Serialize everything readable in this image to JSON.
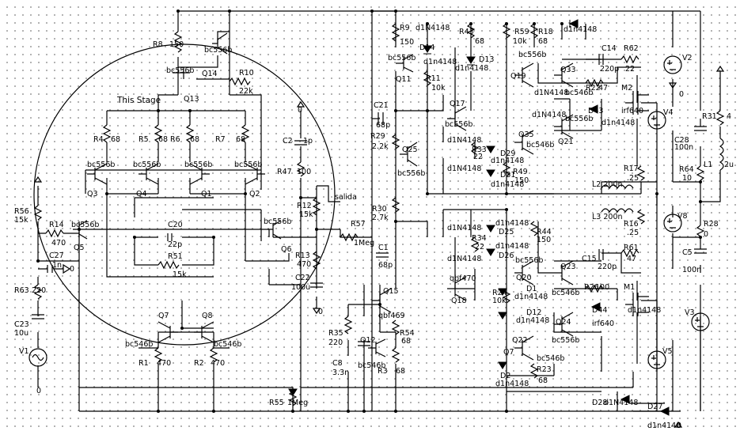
{
  "stage_label": "This Stage",
  "output_label": "salida",
  "labels": [
    {
      "id": "r8",
      "text": "R8"
    },
    {
      "id": "r8v",
      "text": "150"
    },
    {
      "id": "q14t",
      "text": "bc556b"
    },
    {
      "id": "q14l",
      "text": "Q14"
    },
    {
      "id": "q13t",
      "text": "bc556b"
    },
    {
      "id": "q13l",
      "text": "Q13"
    },
    {
      "id": "r10",
      "text": "R10"
    },
    {
      "id": "r10v",
      "text": "22k"
    },
    {
      "id": "r4",
      "text": "R4"
    },
    {
      "id": "r4v",
      "text": "68"
    },
    {
      "id": "r5",
      "text": "R5"
    },
    {
      "id": "r5v",
      "text": "68"
    },
    {
      "id": "r6",
      "text": "R6"
    },
    {
      "id": "r6v",
      "text": "68"
    },
    {
      "id": "r7",
      "text": "R7"
    },
    {
      "id": "r7v",
      "text": "68"
    },
    {
      "id": "q3t",
      "text": "bc556b"
    },
    {
      "id": "q4t",
      "text": "bc556b"
    },
    {
      "id": "q1t",
      "text": "bc556b"
    },
    {
      "id": "q2t",
      "text": "bc556b"
    },
    {
      "id": "q3",
      "text": "Q3"
    },
    {
      "id": "q4",
      "text": "Q4"
    },
    {
      "id": "q1",
      "text": "Q1"
    },
    {
      "id": "q2",
      "text": "Q2"
    },
    {
      "id": "c2",
      "text": "C2"
    },
    {
      "id": "c2v",
      "text": "1p"
    },
    {
      "id": "r47",
      "text": "R47"
    },
    {
      "id": "r47v",
      "text": "100"
    },
    {
      "id": "r12",
      "text": "R12"
    },
    {
      "id": "r12v",
      "text": "15k"
    },
    {
      "id": "r56",
      "text": "R56"
    },
    {
      "id": "r56v",
      "text": "15k"
    },
    {
      "id": "r14",
      "text": "R14"
    },
    {
      "id": "r14v",
      "text": "470"
    },
    {
      "id": "q5t",
      "text": "bc556b"
    },
    {
      "id": "q5",
      "text": "Q5"
    },
    {
      "id": "c20",
      "text": "C20"
    },
    {
      "id": "c20v",
      "text": "22p"
    },
    {
      "id": "r51",
      "text": "R51"
    },
    {
      "id": "r51v",
      "text": "15k"
    },
    {
      "id": "q6t",
      "text": "bc556b"
    },
    {
      "id": "q6",
      "text": "Q6"
    },
    {
      "id": "c27",
      "text": "C27"
    },
    {
      "id": "c27v",
      "text": "1n"
    },
    {
      "id": "r57",
      "text": "R57"
    },
    {
      "id": "r57v",
      "text": "1Meg"
    },
    {
      "id": "r13",
      "text": "R13"
    },
    {
      "id": "r13v",
      "text": "470"
    },
    {
      "id": "c22",
      "text": "C22"
    },
    {
      "id": "c22v",
      "text": "100u"
    },
    {
      "id": "r63",
      "text": "R63"
    },
    {
      "id": "r63v",
      "text": "220"
    },
    {
      "id": "c23",
      "text": "C23"
    },
    {
      "id": "c23v",
      "text": "10u"
    },
    {
      "id": "v1",
      "text": "V1"
    },
    {
      "id": "g1",
      "text": "0"
    },
    {
      "id": "q7",
      "text": "Q7"
    },
    {
      "id": "q8",
      "text": "Q8"
    },
    {
      "id": "q7t",
      "text": "bc546b"
    },
    {
      "id": "q8t",
      "text": "bc546b"
    },
    {
      "id": "r1",
      "text": "R1"
    },
    {
      "id": "r1v",
      "text": "470"
    },
    {
      "id": "r2",
      "text": "R2"
    },
    {
      "id": "r2v",
      "text": "470"
    },
    {
      "id": "r55",
      "text": "R55"
    },
    {
      "id": "r55v",
      "text": "1Meg"
    },
    {
      "id": "r9",
      "text": "R9"
    },
    {
      "id": "r9v",
      "text": "150"
    },
    {
      "id": "d23",
      "text": "d1N4148"
    },
    {
      "id": "q11t",
      "text": "bc556b"
    },
    {
      "id": "q11",
      "text": "Q11"
    },
    {
      "id": "d14",
      "text": "D14"
    },
    {
      "id": "d14v",
      "text": "d1n4148"
    },
    {
      "id": "r11",
      "text": "R11"
    },
    {
      "id": "r11v",
      "text": "10k"
    },
    {
      "id": "r43",
      "text": "R43"
    },
    {
      "id": "r43v",
      "text": "68"
    },
    {
      "id": "d13",
      "text": "D13"
    },
    {
      "id": "d13v",
      "text": "d1n4148"
    },
    {
      "id": "r59",
      "text": "R59"
    },
    {
      "id": "r59v",
      "text": "10k"
    },
    {
      "id": "r18",
      "text": "R18"
    },
    {
      "id": "r18v",
      "text": "68"
    },
    {
      "id": "d4",
      "text": "d1n4148"
    },
    {
      "id": "q19t",
      "text": "bc556b"
    },
    {
      "id": "q19",
      "text": "Q19"
    },
    {
      "id": "c14",
      "text": "C14"
    },
    {
      "id": "c14v",
      "text": "220p"
    },
    {
      "id": "r62",
      "text": "R62"
    },
    {
      "id": "r62v",
      "text": "22"
    },
    {
      "id": "v2",
      "text": "V2"
    },
    {
      "id": "q33",
      "text": "Q33"
    },
    {
      "id": "r22",
      "text": "R22"
    },
    {
      "id": "r22v",
      "text": "47"
    },
    {
      "id": "m2",
      "text": "M2"
    },
    {
      "id": "d78",
      "text": "d1N4148"
    },
    {
      "id": "q34",
      "text": "bc546b"
    },
    {
      "id": "c21",
      "text": "C21"
    },
    {
      "id": "c21v",
      "text": "68p"
    },
    {
      "id": "q17",
      "text": "Q17"
    },
    {
      "id": "d43",
      "text": "D43"
    },
    {
      "id": "m2t",
      "text": "irf640"
    },
    {
      "id": "v4",
      "text": "V4"
    },
    {
      "id": "d43v",
      "text": "d1n4148"
    },
    {
      "id": "d83",
      "text": "d1N4148"
    },
    {
      "id": "q21t",
      "text": "bc556b"
    },
    {
      "id": "q17t",
      "text": "bc556b"
    },
    {
      "id": "r29",
      "text": "R29"
    },
    {
      "id": "r29v",
      "text": "2.2k"
    },
    {
      "id": "d47",
      "text": "d1N4148"
    },
    {
      "id": "q35",
      "text": "Q35"
    },
    {
      "id": "q35t",
      "text": "bc546b"
    },
    {
      "id": "q21",
      "text": "Q21"
    },
    {
      "id": "r31",
      "text": "R31"
    },
    {
      "id": "r31v",
      "text": "4"
    },
    {
      "id": "c28",
      "text": "C28"
    },
    {
      "id": "c28v",
      "text": "100n"
    },
    {
      "id": "q25",
      "text": "Q25"
    },
    {
      "id": "r33",
      "text": "R33"
    },
    {
      "id": "r33v",
      "text": "22"
    },
    {
      "id": "d29",
      "text": "D29"
    },
    {
      "id": "d29v",
      "text": "d1n4148"
    },
    {
      "id": "q25t",
      "text": "bc556b"
    },
    {
      "id": "d46",
      "text": "d1N4148"
    },
    {
      "id": "r49",
      "text": "R49"
    },
    {
      "id": "r49v",
      "text": "150"
    },
    {
      "id": "d31",
      "text": "D31"
    },
    {
      "id": "d31v",
      "text": "d1n4148"
    },
    {
      "id": "r17",
      "text": "R17"
    },
    {
      "id": "r17v",
      "text": ".25"
    },
    {
      "id": "r64",
      "text": "R64"
    },
    {
      "id": "r64v",
      "text": "10"
    },
    {
      "id": "l1",
      "text": "L1"
    },
    {
      "id": "l1v",
      "text": "2u"
    },
    {
      "id": "l2",
      "text": "L2 200n"
    },
    {
      "id": "l3",
      "text": "L3 200n"
    },
    {
      "id": "r30",
      "text": "R30"
    },
    {
      "id": "r30v",
      "text": "2.7k"
    },
    {
      "id": "d18",
      "text": "d1N4148"
    },
    {
      "id": "d25",
      "text": "D25"
    },
    {
      "id": "d25v",
      "text": "d1n4148"
    },
    {
      "id": "r44",
      "text": "R44"
    },
    {
      "id": "r44v",
      "text": "150"
    },
    {
      "id": "v8",
      "text": "V8"
    },
    {
      "id": "r28",
      "text": "R28"
    },
    {
      "id": "r28v",
      "text": "0"
    },
    {
      "id": "r16",
      "text": "R16"
    },
    {
      "id": "r16v",
      "text": ".25"
    },
    {
      "id": "r34",
      "text": "R34"
    },
    {
      "id": "r34v",
      "text": "22"
    },
    {
      "id": "d26",
      "text": "D26"
    },
    {
      "id": "d26v",
      "text": "d1n4148"
    },
    {
      "id": "c5",
      "text": "C5"
    },
    {
      "id": "c5v",
      "text": "100n"
    },
    {
      "id": "c1",
      "text": "C1"
    },
    {
      "id": "c1v",
      "text": "68p"
    },
    {
      "id": "d48",
      "text": "d1N4148"
    },
    {
      "id": "q20t",
      "text": "bc556b"
    },
    {
      "id": "q23",
      "text": "Q23"
    },
    {
      "id": "c15",
      "text": "C15"
    },
    {
      "id": "c15v",
      "text": "220p"
    },
    {
      "id": "r61",
      "text": "R61"
    },
    {
      "id": "r61v",
      "text": "47"
    },
    {
      "id": "q18t",
      "text": "qbf470"
    },
    {
      "id": "q20",
      "text": "Q20"
    },
    {
      "id": "q18",
      "text": "Q18"
    },
    {
      "id": "q15",
      "text": "Q15"
    },
    {
      "id": "r26",
      "text": "R26"
    },
    {
      "id": "r26v",
      "text": "100"
    },
    {
      "id": "m1",
      "text": "M1"
    },
    {
      "id": "q15t",
      "text": "qbf469"
    },
    {
      "id": "d1",
      "text": "D1"
    },
    {
      "id": "d1v",
      "text": "d1n4148"
    },
    {
      "id": "r24",
      "text": "R24"
    },
    {
      "id": "r24v",
      "text": "10k"
    },
    {
      "id": "q23t",
      "text": "bc546b"
    },
    {
      "id": "d44",
      "text": "D44"
    },
    {
      "id": "d44v",
      "text": "d1n4148"
    },
    {
      "id": "m1t",
      "text": "irf640"
    },
    {
      "id": "d12",
      "text": "D12"
    },
    {
      "id": "d12v",
      "text": "d1n4148"
    },
    {
      "id": "q24",
      "text": "Q24"
    },
    {
      "id": "v3",
      "text": "V3"
    },
    {
      "id": "r35",
      "text": "R35"
    },
    {
      "id": "r35v",
      "text": "220"
    },
    {
      "id": "q12",
      "text": "Q12"
    },
    {
      "id": "r54",
      "text": "R54"
    },
    {
      "id": "r54v",
      "text": "68"
    },
    {
      "id": "q24t",
      "text": "bc556b"
    },
    {
      "id": "q22",
      "text": "Q22"
    },
    {
      "id": "c8",
      "text": "C8"
    },
    {
      "id": "c8v",
      "text": "3.3n"
    },
    {
      "id": "q12t",
      "text": "bc546b"
    },
    {
      "id": "r3",
      "text": "R3"
    },
    {
      "id": "r3v",
      "text": "68"
    },
    {
      "id": "q22t",
      "text": "bc546b"
    },
    {
      "id": "q7b",
      "text": "Q7"
    },
    {
      "id": "d2",
      "text": "D2"
    },
    {
      "id": "d2v",
      "text": "d1n4148"
    },
    {
      "id": "r23",
      "text": "R23"
    },
    {
      "id": "r23v",
      "text": "68"
    },
    {
      "id": "v5",
      "text": "V5"
    },
    {
      "id": "d28",
      "text": "D28"
    },
    {
      "id": "d28v",
      "text": "d1N4148"
    },
    {
      "id": "d27",
      "text": "D27"
    },
    {
      "id": "d27v",
      "text": "d1n4148"
    },
    {
      "id": "gnd_out",
      "text": "0"
    },
    {
      "id": "gnd_c27",
      "text": "0"
    },
    {
      "id": "gnd_c22",
      "text": "0"
    },
    {
      "id": "gnd_v2",
      "text": "0"
    },
    {
      "id": "gnd_top",
      "text": "0"
    }
  ]
}
